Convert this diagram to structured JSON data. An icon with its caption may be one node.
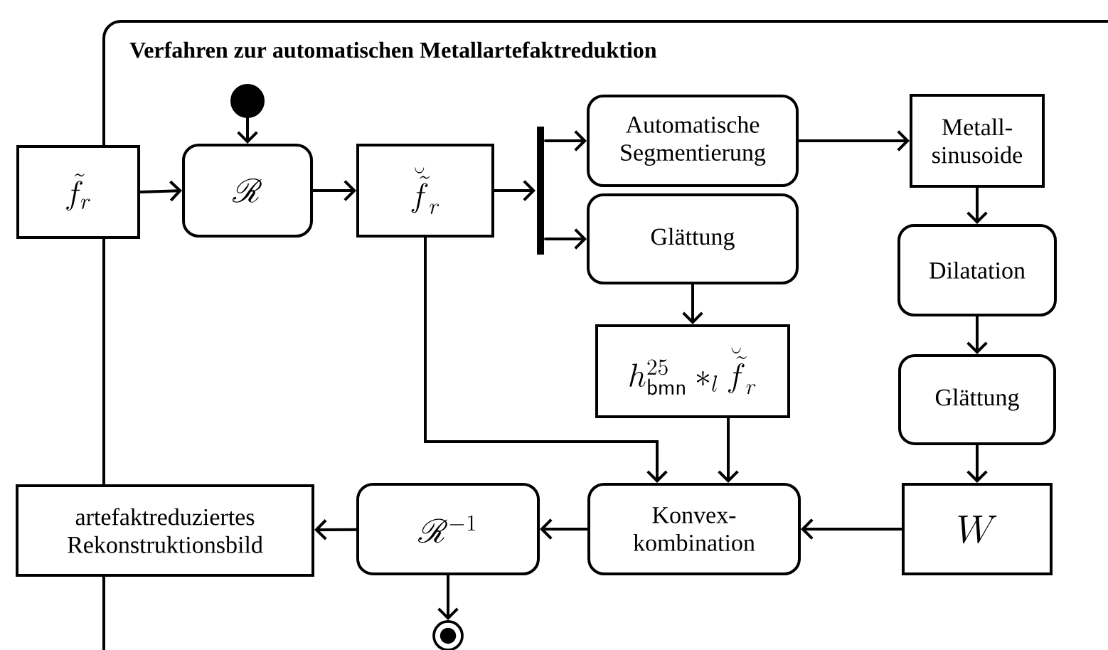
{
  "diagram": {
    "nodes": [
      {
        "text": [
          "Verfahren zur automatischen Metallartefaktreduktion"
        ]
      },
      {
        "text": [
          "\\tilde{f}_r"
        ]
      },
      {
        "text": [],
        "shape": "circle",
        "in": 0
      },
      {
        "text": [
          "\\mathscr{R}"
        ],
        "in": 0
      },
      {
        "text": [
          "\\breve{\\tilde{f}}_r"
        ],
        "in": 0
      },
      {
        "text": [],
        "shape": "bar",
        "in": 0
      },
      {
        "text": [
          "Automatische Segmentierung"
        ],
        "in": 0
      },
      {
        "text": [
          "Glättung"
        ],
        "in": 0
      },
      {
        "text": [
          "h^{25}_{\\mathsf{bmn}} *_l \\breve{\\tilde{f}}_r"
        ],
        "in": 0
      },
      {
        "text": [
          "Metall- sinusoide"
        ],
        "in": 0
      },
      {
        "text": [
          "Dilatation"
        ],
        "in": 0
      },
      {
        "text": [
          "Glättung"
        ],
        "in": 0
      },
      {
        "text": [
          "W"
        ],
        "in": 0
      },
      {
        "text": [
          "Konvex- kombination"
        ],
        "in": 0
      },
      {
        "text": [
          "\\mathscr{R}^{-1}"
        ],
        "in": 0
      },
      {
        "text": [
          "artefaktreduziertes Rekonstruktionsbild"
        ]
      },
      {
        "text": [],
        "shape": "circle",
        "in": 0
      }
    ],
    "edges": [
      {
        "from": 1,
        "to": 3,
        "arrow": "to"
      },
      {
        "from": 2,
        "to": 3,
        "arrow": "to"
      },
      {
        "from": 3,
        "to": 4,
        "arrow": "to"
      },
      {
        "from": 4,
        "to": 5,
        "arrow": "to"
      },
      {
        "from": 5,
        "to": 6,
        "arrow": "to"
      },
      {
        "from": 5,
        "to": 7,
        "arrow": "to"
      },
      {
        "from": 6,
        "to": 9,
        "arrow": "to"
      },
      {
        "from": 9,
        "to": 10,
        "arrow": "to"
      },
      {
        "from": 10,
        "to": 11,
        "arrow": "to"
      },
      {
        "from": 11,
        "to": 12,
        "arrow": "to"
      },
      {
        "from": 7,
        "to": 8,
        "arrow": "to"
      },
      {
        "from": 8,
        "to": 13,
        "arrow": "to"
      },
      {
        "from": 4,
        "to": 13,
        "arrow": "to"
      },
      {
        "from": 12,
        "to": 13,
        "arrow": "to"
      },
      {
        "from": 13,
        "to": 14,
        "arrow": "to"
      },
      {
        "from": 14,
        "to": 15,
        "arrow": "to"
      },
      {
        "from": 14,
        "to": 16,
        "arrow": "to"
      }
    ]
  }
}
